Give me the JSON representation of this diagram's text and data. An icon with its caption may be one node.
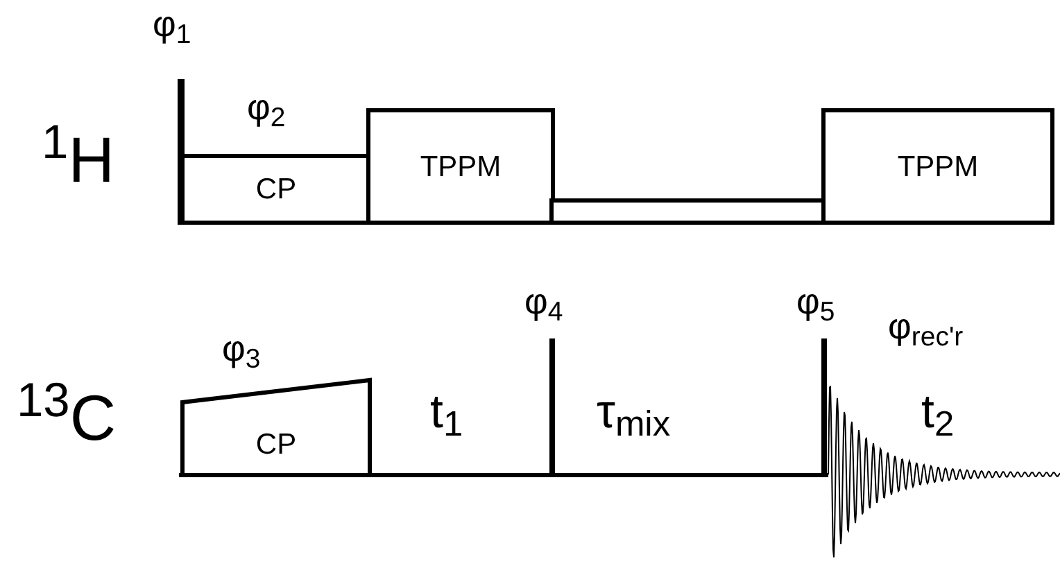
{
  "diagram": {
    "nodes": [
      {
        "text": [
          "CP"
        ],
        "beside": [
          "φ$_{2}$"
        ]
      },
      {
        "text": [
          "TPPM"
        ]
      },
      {
        "text": [],
        "shape": "box"
      },
      {
        "text": [
          "TPPM"
        ]
      },
      {
        "text": [
          "CP"
        ],
        "beside": [
          "φ$_{3}$"
        ]
      }
    ],
    "labels": [
      "φ$_{1}$",
      "$^{1}$H",
      "φ$_{4}$",
      "φ$_{5}$",
      "φ$_{rec'r}$",
      "$^{13}$C",
      "t$_{1}$",
      "τ$_{mix}$",
      "t$_{2}$"
    ]
  }
}
